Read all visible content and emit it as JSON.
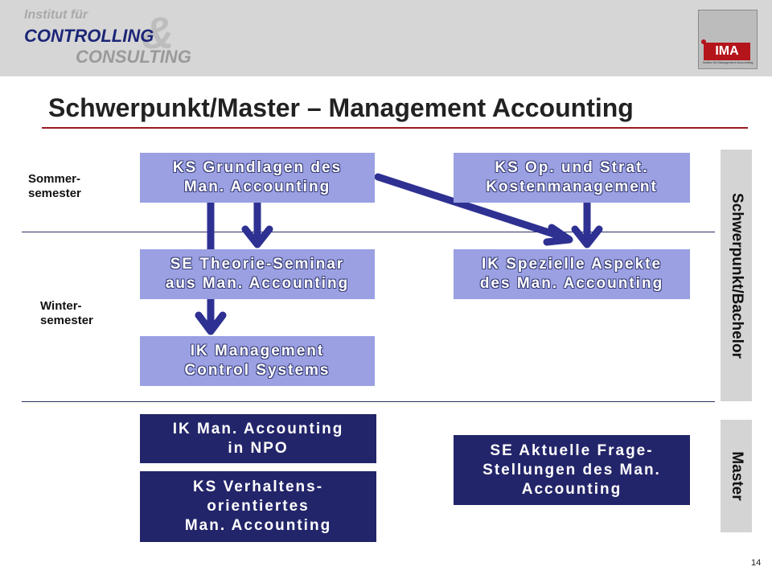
{
  "logo": {
    "line1": "Institut für",
    "line2": "CONTROLLING",
    "amp": "&",
    "line3": "CONSULTING"
  },
  "ima_logo": {
    "mark": "IMA",
    "sub": "Institut für Management Accounting"
  },
  "title": "Schwerpunkt/Master – Management Accounting",
  "semesters": {
    "summer": "Sommer-\nsemester",
    "winter": "Winter-\nsemester"
  },
  "boxes": {
    "ks_grundlagen": "KS Grundlagen des\nMan. Accounting",
    "ks_op_strat": "KS Op. und Strat.\nKostenmanagement",
    "se_theorie": "SE Theorie-Seminar\naus Man. Accounting",
    "ik_spezielle": "IK Spezielle Aspekte\ndes Man. Accounting",
    "ik_mcs": "IK Management\nControl Systems",
    "ik_npo": "IK Man. Accounting\nin NPO",
    "ks_verhaltens": "KS Verhaltens-\norientiertes\nMan. Accounting",
    "se_aktuelle": "SE Aktuelle Frage-\nStellungen des Man.\nAccounting"
  },
  "side_labels": {
    "bachelor": "Schwerpunkt/Bachelor",
    "master": "Master"
  },
  "page_number": "14",
  "colors": {
    "light_box": "#9aa0e2",
    "dark_box": "#23256a",
    "arrow": "#2e3192",
    "title_rule": "#9a1a22",
    "logo_red": "#b4151b"
  }
}
